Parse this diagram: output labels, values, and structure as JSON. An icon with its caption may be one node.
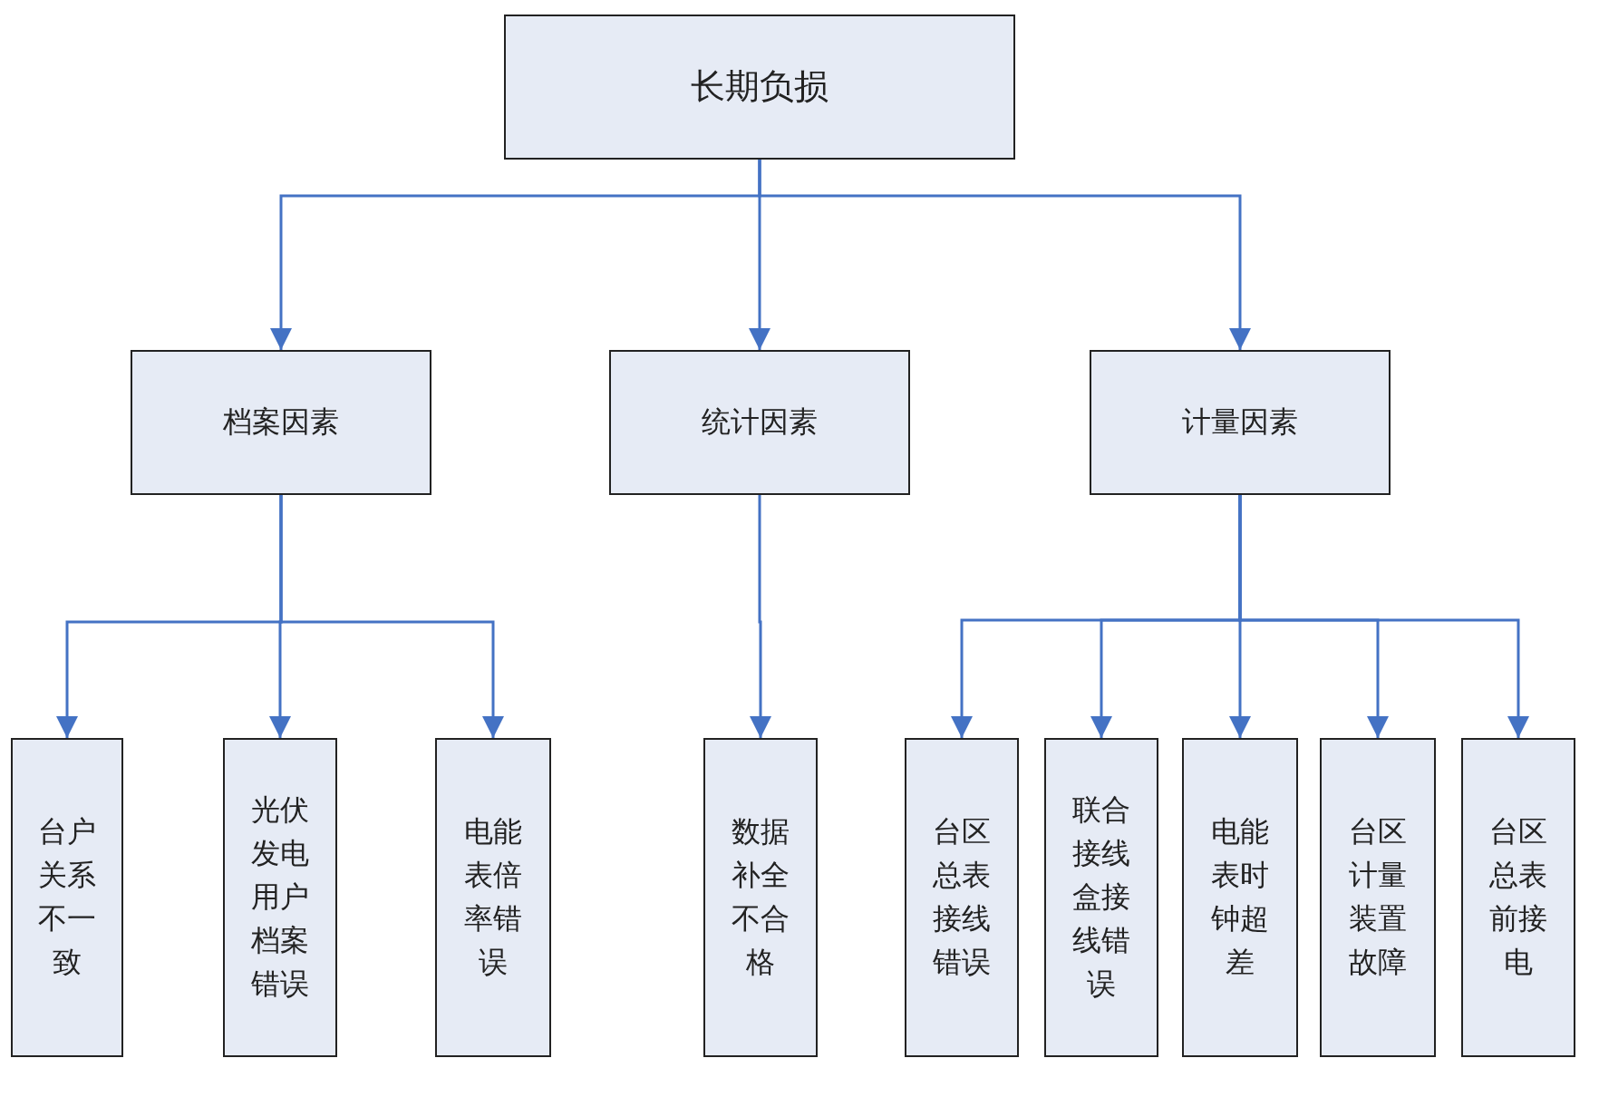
{
  "diagram": {
    "nodes": [
      {
        "text": [
          "长期负损"
        ]
      },
      {
        "text": [
          "档案因素"
        ]
      },
      {
        "text": [
          "统计因素"
        ]
      },
      {
        "text": [
          "计量因素"
        ]
      },
      {
        "text": [
          "台户关系不一致"
        ]
      },
      {
        "text": [
          "光伏发电用户档案错误"
        ]
      },
      {
        "text": [
          "电能表倍率错误"
        ]
      },
      {
        "text": [
          "数据补全不合格"
        ]
      },
      {
        "text": [
          "台区总表接线错误"
        ]
      },
      {
        "text": [
          "联合接线盒接线错误"
        ]
      },
      {
        "text": [
          "电能表时钟超差"
        ]
      },
      {
        "text": [
          "台区计量装置故障"
        ]
      },
      {
        "text": [
          "台区总表前接电"
        ]
      }
    ],
    "edges": [
      {
        "from": 0,
        "to": 1,
        "arrow": "to"
      },
      {
        "from": 0,
        "to": 2,
        "arrow": "to"
      },
      {
        "from": 0,
        "to": 3,
        "arrow": "to"
      },
      {
        "from": 1,
        "to": 4,
        "arrow": "to"
      },
      {
        "from": 1,
        "to": 5,
        "arrow": "to"
      },
      {
        "from": 1,
        "to": 6,
        "arrow": "to"
      },
      {
        "from": 2,
        "to": 7,
        "arrow": "to"
      },
      {
        "from": 3,
        "to": 8,
        "arrow": "to"
      },
      {
        "from": 3,
        "to": 9,
        "arrow": "to"
      },
      {
        "from": 3,
        "to": 10,
        "arrow": "to"
      },
      {
        "from": 3,
        "to": 11,
        "arrow": "to"
      },
      {
        "from": 3,
        "to": 12,
        "arrow": "to"
      }
    ]
  }
}
